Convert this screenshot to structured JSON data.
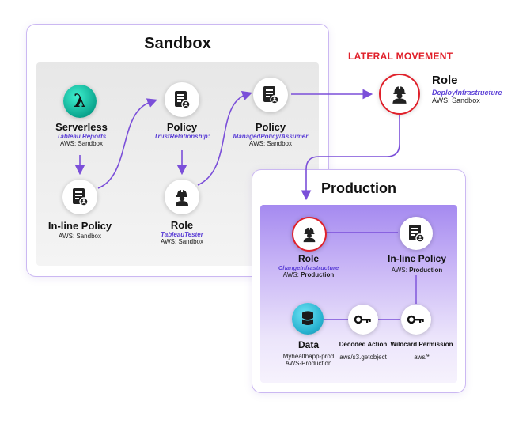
{
  "sandbox": {
    "title": "Sandbox",
    "nodes": {
      "serverless": {
        "title": "Serverless",
        "subtitle": "Tableau Reports",
        "env": "AWS: Sandbox",
        "icon": "lambda-icon"
      },
      "policy_trust": {
        "title": "Policy",
        "subtitle": "TrustRelationship:",
        "icon": "policy-document-icon"
      },
      "policy_managed": {
        "title": "Policy",
        "subtitle": "ManagedPolicy/Assumer",
        "env": "AWS: Sandbox",
        "icon": "policy-document-icon"
      },
      "inline_policy": {
        "title": "In-line Policy",
        "env": "AWS: Sandbox",
        "icon": "policy-document-icon"
      },
      "role_tableau": {
        "title": "Role",
        "subtitle": "TableauTester",
        "env": "AWS: Sandbox",
        "icon": "hardhat-user-icon"
      }
    }
  },
  "lateral": {
    "label": "LATERAL MOVEMENT",
    "role": {
      "title": "Role",
      "subtitle": "DeployInfrastructure",
      "env": "AWS: Sandbox",
      "icon": "hardhat-user-icon"
    }
  },
  "production": {
    "title": "Production",
    "nodes": {
      "role_change": {
        "title": "Role",
        "subtitle": "ChangeInfrastructure",
        "env_prefix": "AWS: ",
        "env_value": "Production",
        "icon": "hardhat-user-icon"
      },
      "inline_policy": {
        "title": "In-line Policy",
        "env_prefix": "AWS: ",
        "env_value": "Production",
        "icon": "policy-document-icon"
      },
      "data": {
        "title": "Data",
        "line1": "Myhealthapp-prod",
        "line2": "AWS-Production",
        "icon": "database-icon"
      },
      "decoded_action": {
        "title": "Decoded Action",
        "value": "aws/s3.getobject",
        "icon": "key-icon"
      },
      "wildcard": {
        "title": "Wildcard Permission",
        "value": "aws/*",
        "icon": "key-icon"
      }
    }
  },
  "colors": {
    "accent": "#7b4fd9",
    "alert": "#e0202a",
    "box_border": "#cbb8f2",
    "sandbox_bg": "#e8e8e8",
    "production_bg_top": "#a58af0",
    "production_bg_bottom": "#f3eefc",
    "data_icon": "#27b2cf"
  }
}
